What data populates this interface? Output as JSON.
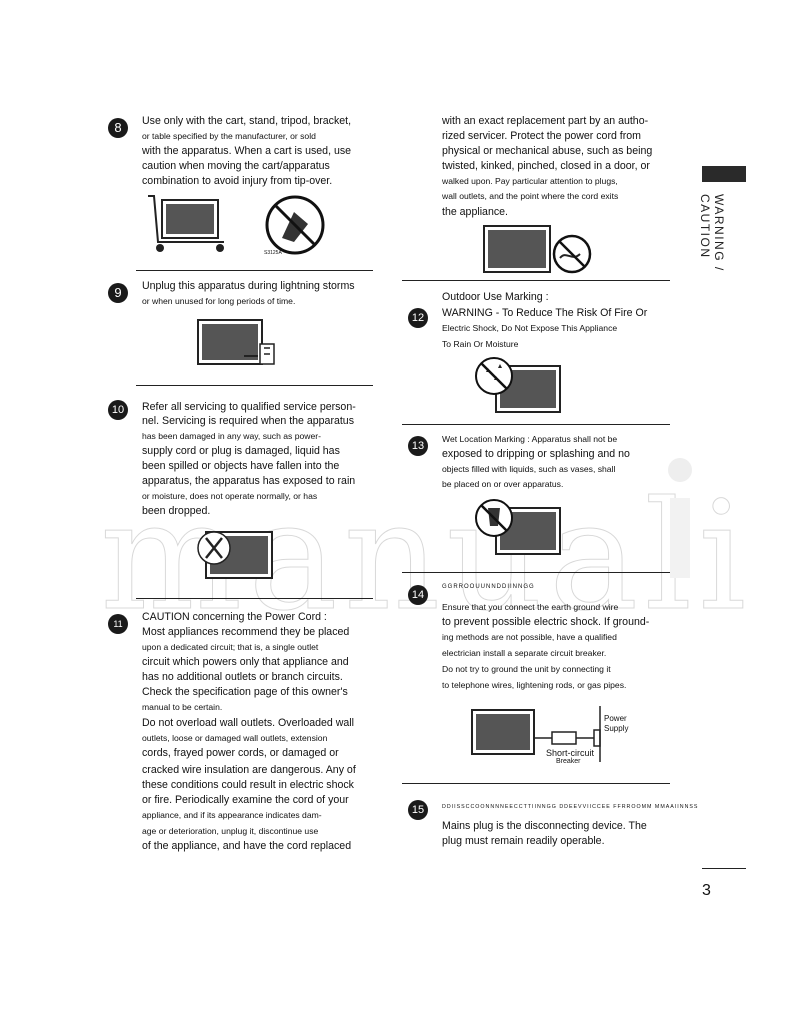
{
  "sidebar": {
    "label": "WARNING / CAUTION"
  },
  "page_number": "3",
  "watermark": "manuali",
  "items": {
    "n8": {
      "num": "8",
      "lines": [
        "Use only with the cart, stand, tripod, bracket,",
        "or table specified by the manufacturer, or sold",
        "with the apparatus. When a cart is used, use",
        "caution when moving the cart/apparatus",
        "combination to avoid injury from tip-over."
      ],
      "fig_label": "S3125A"
    },
    "n9": {
      "num": "9",
      "lines": [
        "Unplug this apparatus during lightning storms",
        "or when unused for long periods of time."
      ]
    },
    "n10": {
      "num": "10",
      "lines": [
        "Refer all servicing to qualified service person-",
        "nel. Servicing is required when the apparatus",
        "has been damaged in any way, such as power-",
        "supply cord or plug is damaged, liquid has",
        "been spilled or objects have fallen into the",
        "apparatus, the apparatus has exposed to rain",
        "or moisture, does not operate normally, or has",
        "been dropped."
      ]
    },
    "n11": {
      "num": "11",
      "lines": [
        "CAUTION concerning the Power Cord :",
        "Most appliances recommend they be placed",
        "upon a dedicated circuit; that is, a single outlet",
        "circuit which powers only that appliance and",
        "has no additional outlets or branch circuits.",
        "Check the specification page of this owner's",
        "manual to be certain.",
        "Do not overload wall outlets. Overloaded wall",
        "outlets, loose or damaged wall outlets, extension",
        "cords, frayed power cords, or damaged or",
        "cracked wire insulation are dangerous. Any of",
        "these conditions could result in electric shock",
        "or fire. Periodically examine the cord of your",
        "appliance, and if its appearance indicates dam-",
        "age or deterioration, unplug it, discontinue use",
        "of the appliance, and have the cord replaced"
      ]
    },
    "n11cont": {
      "lines": [
        "with an exact replacement part by an autho-",
        "rized servicer. Protect the power cord from",
        "physical or mechanical abuse, such as being",
        "twisted, kinked, pinched, closed in a door, or",
        "walked upon. Pay particular attention to plugs,",
        "wall outlets, and the point where the cord exits",
        "the appliance."
      ]
    },
    "n12": {
      "num": "12",
      "lines": [
        "Outdoor Use Marking :",
        "WARNING - To Reduce The Risk Of Fire Or",
        "Electric Shock, Do Not Expose This Appliance",
        "To Rain Or Moisture"
      ]
    },
    "n13": {
      "num": "13",
      "lines": [
        "Wet Location Marking : Apparatus shall not be",
        "exposed to dripping or splashing and no",
        "objects filled with liquids, such as vases, shall",
        "be placed on or over apparatus."
      ]
    },
    "n14": {
      "num": "14",
      "header": "GGRROOUUNNDDIINNGG",
      "lines": [
        "Ensure that you connect the earth ground wire",
        "to prevent possible electric shock. If ground-",
        "ing methods are not possible, have a qualified",
        "electrician install a separate circuit breaker.",
        "Do not try to ground the unit by connecting it",
        "to telephone wires, lightening rods, or gas pipes."
      ],
      "fig_power": [
        "Power",
        "Supply"
      ],
      "fig_breaker": [
        "Short-circuit",
        "Breaker"
      ]
    },
    "n15": {
      "num": "15",
      "header": "DDIISSCCOONNNNEECCTTIINNGG DDEEVVIICCEE FFRROOMM MMAAIINNSS",
      "lines": [
        "Mains plug is the disconnecting device. The",
        "plug must remain readily operable."
      ]
    }
  }
}
